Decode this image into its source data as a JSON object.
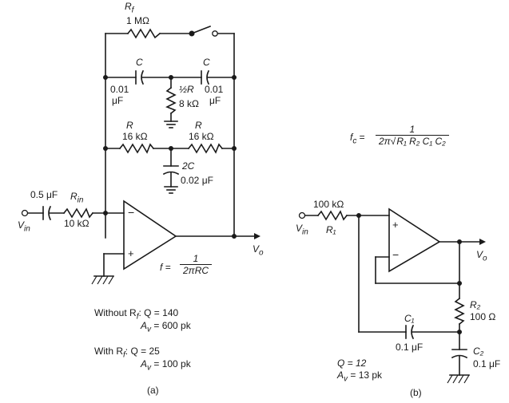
{
  "circuit_a": {
    "rf_label": "R",
    "rf_sub": "f",
    "rf_value": "1 MΩ",
    "c_top_left_label": "C",
    "c_top_left_value_1": "0.01",
    "c_top_left_value_2": "μF",
    "c_top_right_label": "C",
    "c_top_right_value_1": "0.01",
    "c_top_right_value_2": "μF",
    "half_r_label": "½R",
    "half_r_value": "8 kΩ",
    "r_mid_left_label": "R",
    "r_mid_left_value": "16 kΩ",
    "r_mid_right_label": "R",
    "r_mid_right_value": "16 kΩ",
    "two_c_label": "2C",
    "two_c_value": "0.02 μF",
    "cin_value": "0.5 μF",
    "rin_label": "R",
    "rin_sub": "in",
    "rin_value": "10 kΩ",
    "vin_label": "V",
    "vin_sub": "in",
    "vo_label": "V",
    "vo_sub": "o",
    "minus": "−",
    "plus": "+",
    "freq_lhs": "f =",
    "freq_num": "1",
    "freq_den": "2πRC",
    "without_prefix": "Without R",
    "without_sub": "f",
    "without_q": ":  Q  = 140",
    "without_av_label": "A",
    "without_av_sub": "v",
    "without_av_value": " = 600 pk",
    "with_prefix": "With R",
    "with_sub": "f",
    "with_q": ":  Q  = 25",
    "with_av_label": "A",
    "with_av_sub": "v",
    "with_av_value": " = 100 pk",
    "caption": "(a)"
  },
  "circuit_b": {
    "fc_lhs": "f",
    "fc_sub": "c",
    "fc_eq": " =",
    "fc_num": "1",
    "fc_den_pre": "2π",
    "fc_den_root": "R₁ R₂ C₁ C₂",
    "r1_value": "100 kΩ",
    "r1_label": "R₁",
    "vin_label": "V",
    "vin_sub": "in",
    "vo_label": "V",
    "vo_sub": "o",
    "plus": "+",
    "minus": "−",
    "c1_label": "C₁",
    "c1_value": "0.1 μF",
    "r2_label": "R₂",
    "r2_value": "100 Ω",
    "c2_label": "C₂",
    "c2_value": "0.1 μF",
    "q_line": "Q  = 12",
    "av_label": "A",
    "av_sub": "v",
    "av_value": " = 13 pk",
    "caption": "(b)"
  }
}
